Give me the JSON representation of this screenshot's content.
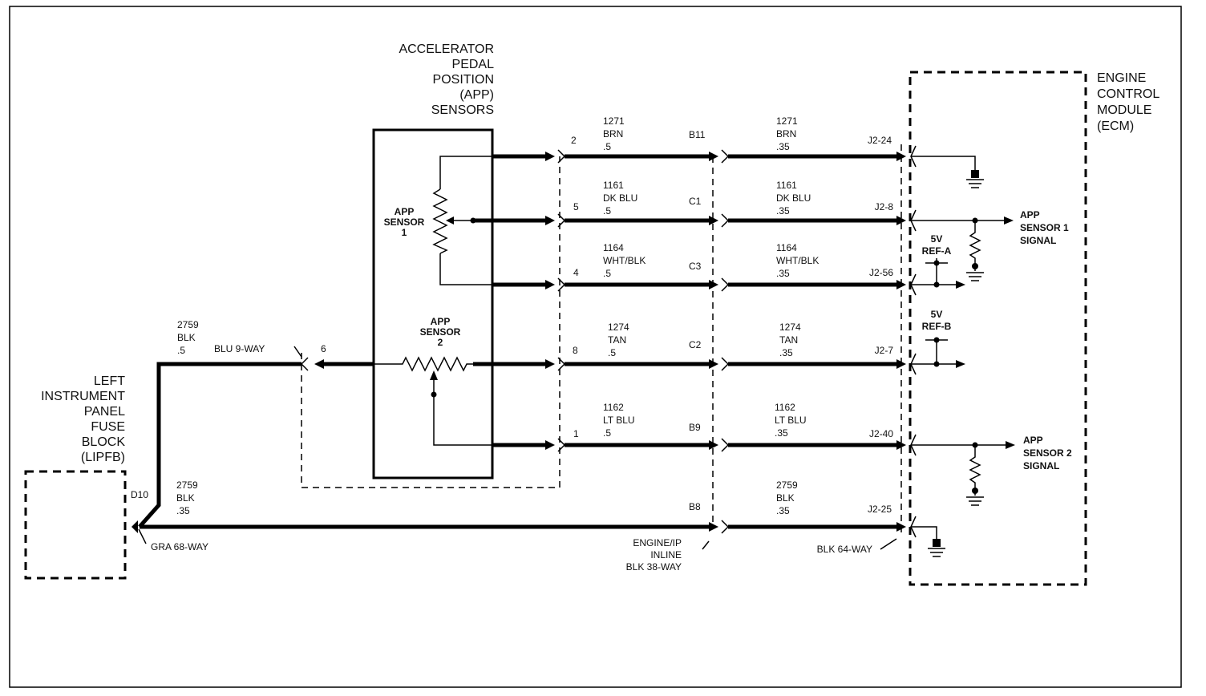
{
  "components": {
    "app_sensors": [
      "ACCELERATOR",
      "PEDAL",
      "POSITION",
      "(APP)",
      "SENSORS"
    ],
    "ecm": [
      "ENGINE",
      "CONTROL",
      "MODULE",
      "(ECM)"
    ],
    "lipfb": [
      "LEFT",
      "INSTRUMENT",
      "PANEL",
      "FUSE",
      "BLOCK",
      "(LIPFB)"
    ],
    "app_sensor_1": [
      "APP",
      "SENSOR",
      "1"
    ],
    "app_sensor_2": [
      "APP",
      "SENSOR",
      "2"
    ]
  },
  "circuits": [
    {
      "pin": "2",
      "left": [
        "1271",
        "BRN",
        ".5"
      ],
      "inline": "B11",
      "right": [
        "1271",
        "BRN",
        ".35"
      ],
      "ecm_pin": "J2-24"
    },
    {
      "pin": "5",
      "left": [
        "1161",
        "DK BLU",
        ".5"
      ],
      "inline": "C1",
      "right": [
        "1161",
        "DK BLU",
        ".35"
      ],
      "ecm_pin": "J2-8"
    },
    {
      "pin": "4",
      "left": [
        "1164",
        "WHT/BLK",
        ".5"
      ],
      "inline": "C3",
      "right": [
        "1164",
        "WHT/BLK",
        ".35"
      ],
      "ecm_pin": "J2-56"
    },
    {
      "pin": "8",
      "left": [
        "1274",
        "TAN",
        ".5"
      ],
      "inline": "C2",
      "right": [
        "1274",
        "TAN",
        ".35"
      ],
      "ecm_pin": "J2-7"
    },
    {
      "pin": "1",
      "left": [
        "1162",
        "LT BLU",
        ".5"
      ],
      "inline": "B9",
      "right": [
        "1162",
        "LT BLU",
        ".35"
      ],
      "ecm_pin": "J2-40"
    }
  ],
  "ground_circuit": {
    "fuse_pin": "D10",
    "left": [
      "2759",
      "BLK",
      ".35"
    ],
    "inline": "B8",
    "right": [
      "2759",
      "BLK",
      ".35"
    ],
    "ecm_pin": "J2-25"
  },
  "sensor_ground": {
    "wire": [
      "2759",
      "BLK",
      ".5"
    ],
    "connector": "BLU 9-WAY",
    "pin": "6"
  },
  "connectors": {
    "fuse_block": "GRA 68-WAY",
    "inline": [
      "ENGINE/IP",
      "INLINE",
      "BLK 38-WAY"
    ],
    "ecm": "BLK 64-WAY"
  },
  "ecm_internal": {
    "sensor1_signal": [
      "APP",
      "SENSOR 1",
      "SIGNAL"
    ],
    "sensor2_signal": [
      "APP",
      "SENSOR 2",
      "SIGNAL"
    ],
    "ref_a": [
      "5V",
      "REF-A"
    ],
    "ref_b": [
      "5V",
      "REF-B"
    ]
  }
}
